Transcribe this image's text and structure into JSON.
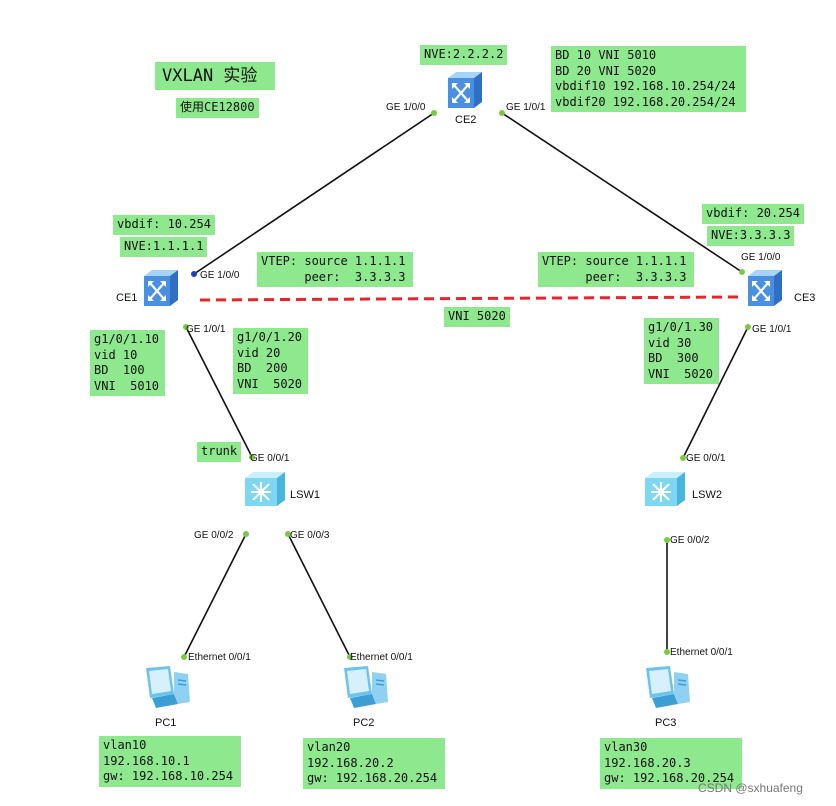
{
  "title": "VXLAN 实验",
  "subtitle": "使用CE12800",
  "devices": {
    "ce2": "CE2",
    "ce1": "CE1",
    "ce3": "CE3",
    "lsw1": "LSW1",
    "lsw2": "LSW2",
    "pc1": "PC1",
    "pc2": "PC2",
    "pc3": "PC3"
  },
  "ports": {
    "ce2_left": "GE 1/0/0",
    "ce2_right": "GE 1/0/1",
    "ce1_up": "GE 1/0/0",
    "ce1_down": "GE 1/0/1",
    "ce3_up": "GE 1/0/0",
    "ce3_down": "GE 1/0/1",
    "lsw1_up": "GE 0/0/1",
    "lsw1_left": "GE 0/0/2",
    "lsw1_right": "GE 0/0/3",
    "lsw2_up": "GE 0/0/1",
    "lsw2_down": "GE 0/0/2",
    "pc1_eth": "Ethernet 0/0/1",
    "pc2_eth": "Ethernet 0/0/1",
    "pc3_eth": "Ethernet 0/0/1"
  },
  "notes": {
    "ce2_nve": [
      "NVE:2.2.2.2"
    ],
    "ce2_bd": [
      "BD 10 VNI 5010",
      "BD 20 VNI 5020",
      "vbdif10 192.168.10.254/24",
      "vbdif20 192.168.20.254/24"
    ],
    "ce1_vbdif": [
      "vbdif: 10.254"
    ],
    "ce1_nve": [
      "NVE:1.1.1.1"
    ],
    "ce1_vtep": [
      "VTEP: source 1.1.1.1",
      "      peer:  3.3.3.3"
    ],
    "ce3_vbdif": [
      "vbdif: 20.254"
    ],
    "ce3_nve": [
      "NVE:3.3.3.3"
    ],
    "ce3_vtep": [
      "VTEP: source 1.1.1.1",
      "      peer:  3.3.3.3"
    ],
    "tunnel_vni": [
      "VNI 5020"
    ],
    "ce1_sub1": [
      "g1/0/1.10",
      "vid 10",
      "BD  100",
      "VNI  5010"
    ],
    "ce1_sub2": [
      "g1/0/1.20",
      "vid 20",
      "BD  200",
      "VNI  5020"
    ],
    "ce3_sub": [
      "g1/0/1.30",
      "vid 30",
      "BD  300",
      "VNI  5020"
    ],
    "trunk": [
      "trunk"
    ],
    "pc1_cfg": [
      "vlan10",
      "192.168.10.1",
      "gw: 192.168.10.254"
    ],
    "pc2_cfg": [
      "vlan20",
      "192.168.20.2",
      "gw: 192.168.20.254"
    ],
    "pc3_cfg": [
      "vlan30",
      "192.168.20.3",
      "gw: 192.168.20.254"
    ]
  },
  "watermark": "CSDN @sxhuafeng",
  "colors": {
    "note_bg": "#8ee88e",
    "link": "#111111",
    "tunnel": "#e8262a",
    "port_dot": "#7ac943",
    "port_dot_active": "#1f3fbf",
    "router_blue": "#4a90e2",
    "switch_cyan": "#7fd6f0"
  },
  "icons": {
    "router": "router-icon",
    "switch": "switch-icon",
    "pc": "pc-icon"
  }
}
